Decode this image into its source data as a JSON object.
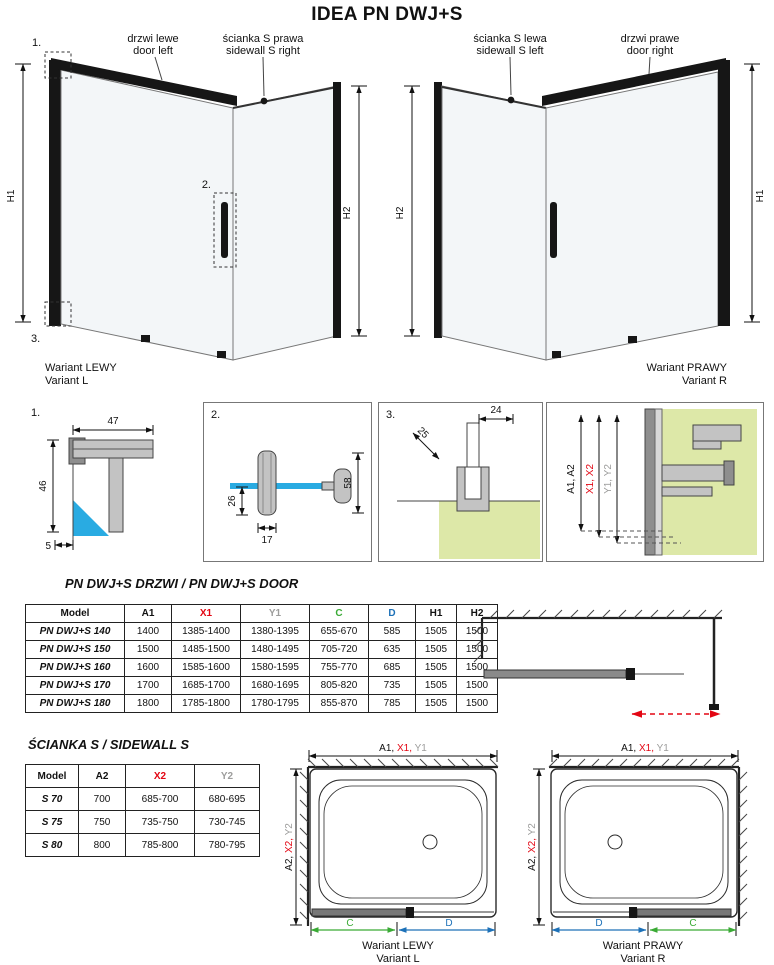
{
  "title": "IDEA PN DWJ+S",
  "colors": {
    "red": "#e30613",
    "gray": "#9d9d9c",
    "green": "#3aaa35",
    "blue": "#1d71b8",
    "glass_blue": "#29abe2",
    "pale_green": "#dde8a8"
  },
  "diagram_left": {
    "callout1": "1.",
    "callout2": "2.",
    "callout3": "3.",
    "door_label_pl": "drzwi lewe",
    "door_label_en": "door left",
    "sidewall_label_pl": "ścianka S prawa",
    "sidewall_label_en": "sidewall S right",
    "dim_h1": "H1",
    "dim_h2": "H2",
    "caption_pl": "Wariant LEWY",
    "caption_en": "Variant L"
  },
  "diagram_right": {
    "sidewall_label_pl": "ścianka S lewa",
    "sidewall_label_en": "sidewall S left",
    "door_label_pl": "drzwi prawe",
    "door_label_en": "door right",
    "dim_h1": "H1",
    "dim_h2": "H2",
    "caption_pl": "Wariant PRAWY",
    "caption_en": "Variant R"
  },
  "detail1": {
    "num": "1.",
    "dim_width": "47",
    "dim_height": "46",
    "dim_offset": "5"
  },
  "detail2": {
    "num": "2.",
    "dim_depth": "26",
    "dim_handle": "17",
    "dim_total": "58"
  },
  "detail3": {
    "num": "3.",
    "dim_diag": "25",
    "dim_top": "24"
  },
  "detail4": {
    "label_a": "A1, A2",
    "label_x": "X1, X2",
    "label_y": "Y1, Y2"
  },
  "door_section": {
    "heading": "PN DWJ+S DRZWI / PN DWJ+S DOOR",
    "headers": [
      "Model",
      "A1",
      "X1",
      "Y1",
      "C",
      "D",
      "H1",
      "H2"
    ],
    "rows": [
      [
        "PN DWJ+S 140",
        "1400",
        "1385-1400",
        "1380-1395",
        "655-670",
        "585",
        "1505",
        "1500"
      ],
      [
        "PN DWJ+S 150",
        "1500",
        "1485-1500",
        "1480-1495",
        "705-720",
        "635",
        "1505",
        "1500"
      ],
      [
        "PN DWJ+S 160",
        "1600",
        "1585-1600",
        "1580-1595",
        "755-770",
        "685",
        "1505",
        "1500"
      ],
      [
        "PN DWJ+S 170",
        "1700",
        "1685-1700",
        "1680-1695",
        "805-820",
        "735",
        "1505",
        "1500"
      ],
      [
        "PN DWJ+S 180",
        "1800",
        "1785-1800",
        "1780-1795",
        "855-870",
        "785",
        "1505",
        "1500"
      ]
    ]
  },
  "sidewall_section": {
    "heading": "ŚCIANKA S / SIDEWALL S",
    "headers": [
      "Model",
      "A2",
      "X2",
      "Y2"
    ],
    "rows": [
      [
        "S 70",
        "700",
        "685-700",
        "680-695"
      ],
      [
        "S 75",
        "750",
        "735-750",
        "730-745"
      ],
      [
        "S 80",
        "800",
        "785-800",
        "780-795"
      ]
    ]
  },
  "tub_left": {
    "top_a": "A1, ",
    "top_x": "X1, ",
    "top_y": "Y1",
    "side_a": "A2, ",
    "side_x": "X2, ",
    "side_y": "Y2",
    "dim_left": "C",
    "dim_right": "D",
    "caption_pl": "Wariant LEWY",
    "caption_en": "Variant L"
  },
  "tub_right": {
    "top_a": "A1, ",
    "top_x": "X1, ",
    "top_y": "Y1",
    "side_a": "A2, ",
    "side_x": "X2, ",
    "side_y": "Y2",
    "dim_left": "D",
    "dim_right": "C",
    "caption_pl": "Wariant PRAWY",
    "caption_en": "Variant R"
  }
}
